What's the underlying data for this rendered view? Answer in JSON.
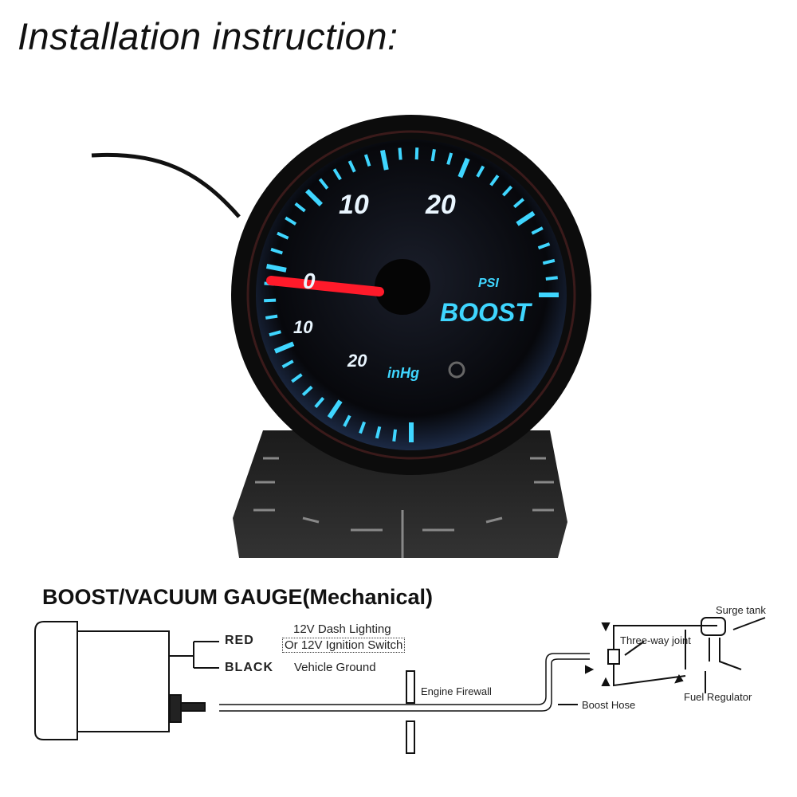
{
  "title": "Installation instruction:",
  "gauge": {
    "psi_ticks": [
      "10",
      "20"
    ],
    "vacuum_ticks": [
      "0",
      "10",
      "20"
    ],
    "unit_boost": "PSI",
    "label": "BOOST",
    "unit_vacuum": "inHg",
    "needle_value": "0",
    "glow_color": "#3fd6ff",
    "needle_color": "#ff1a2a"
  },
  "diagram": {
    "title": "BOOST/VACUUM GAUGE(Mechanical)",
    "wires": [
      {
        "name": "RED",
        "note": "12V Dash Lighting",
        "note2": "Or 12V Ignition Switch"
      },
      {
        "name": "BLACK",
        "note": "Vehicle Ground"
      }
    ],
    "labels": {
      "firewall": "Engine Firewall",
      "hose": "Boost Hose",
      "joint": "Three-way joint",
      "surge": "Surge tank",
      "regulator": "Fuel Regulator"
    }
  }
}
